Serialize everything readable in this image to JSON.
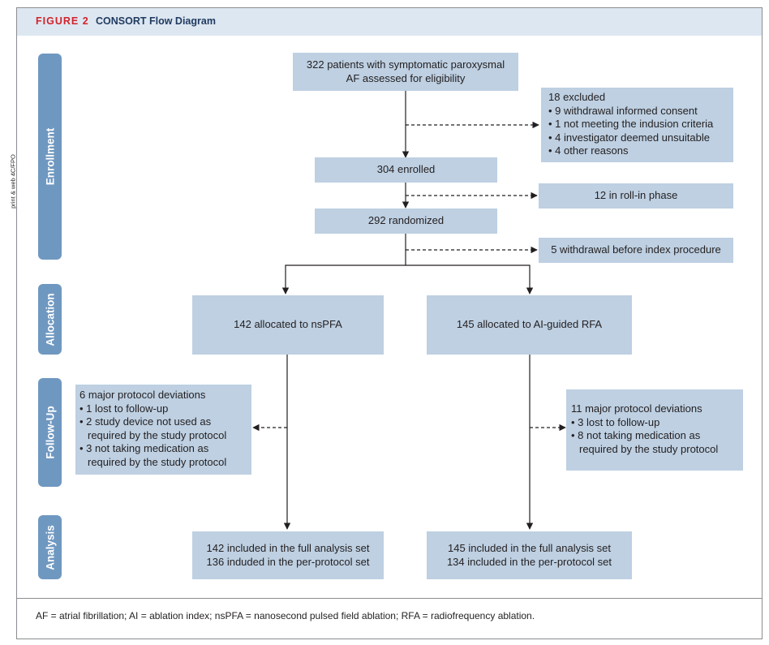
{
  "figure": {
    "label": "FIGURE 2",
    "title": "CONSORT Flow Diagram",
    "side_note": "print & web 4C/FPO"
  },
  "stages": {
    "enrollment": "Enrollment",
    "allocation": "Allocation",
    "follow_up": "Follow-Up",
    "analysis": "Analysis"
  },
  "boxes": {
    "assessed": [
      "322 patients with symptomatic paroxysmal",
      "AF assessed for eligibility"
    ],
    "excluded": {
      "title": "18 excluded",
      "items": [
        "• 9 withdrawal informed consent",
        "• 1 not meeting the indusion criteria",
        "• 4 investigator deemed unsuitable",
        "• 4 other reasons"
      ]
    },
    "enrolled": "304 enrolled",
    "roll_in": "12 in roll-in phase",
    "randomized": "292 randomized",
    "withdrawal": "5 withdrawal before index procedure",
    "alloc_nspfa": "142 allocated to nsPFA",
    "alloc_rfa": "145 allocated to AI-guided RFA",
    "followup_nspfa": {
      "title": "6 major protocol deviations",
      "items": [
        "• 1 lost to follow-up",
        "• 2 study device not used as required by the study protocol",
        "• 3 not taking medication as required by the study protocol"
      ]
    },
    "followup_rfa": {
      "title": "11 major protocol deviations",
      "items": [
        "• 3 lost to follow-up",
        "• 8 not taking medication as required by the study protocol"
      ]
    },
    "analysis_nspfa": [
      "142 included in the full analysis set",
      "136 induded in the per-protocol set"
    ],
    "analysis_rfa": [
      "145 included in the full analysis set",
      "134 included in the per-protocol set"
    ]
  },
  "footnote": "AF = atrial fibrillation; AI = ablation index; nsPFA = nanosecond pulsed field ablation; RFA = radiofrequency ablation.",
  "colors": {
    "box_fill": "#bed0e2",
    "stage_fill": "#6f98c1",
    "header_fill": "#dde7f1",
    "label_red": "#d2232a"
  }
}
